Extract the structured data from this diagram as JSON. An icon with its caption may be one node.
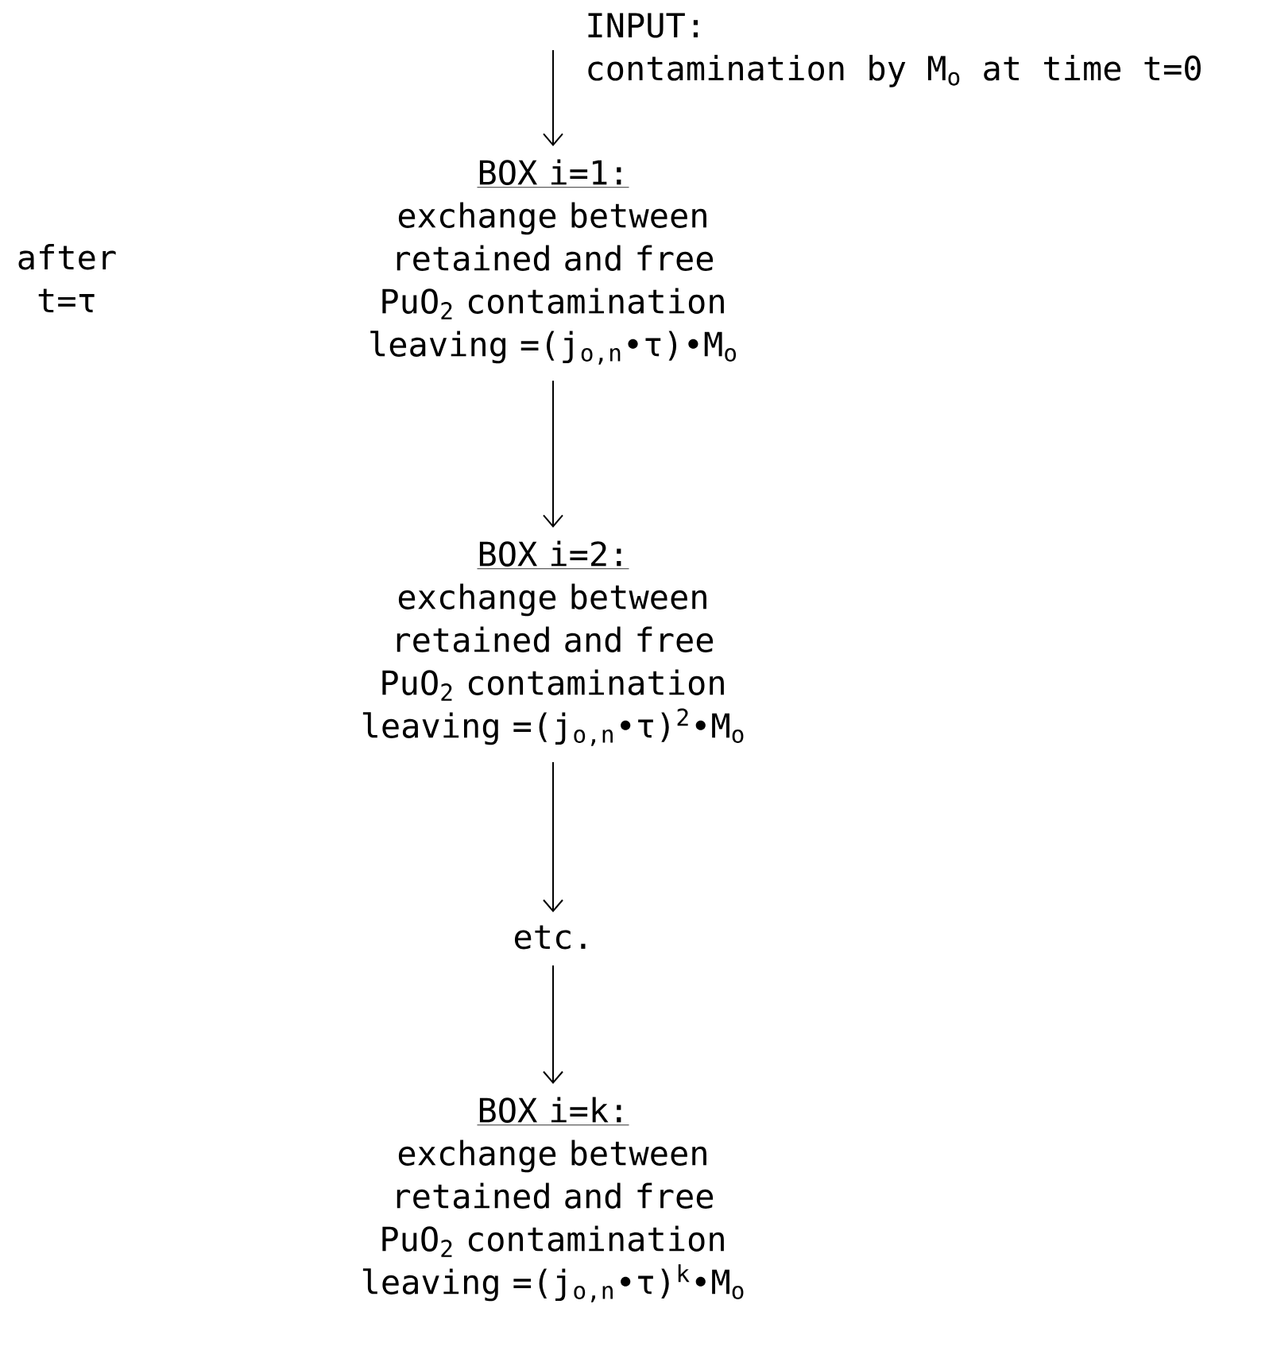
{
  "diagram": {
    "nodes": [
      {
        "text": [
          "INPUT:",
          "contamination by M$_{o}$ at time t=0"
        ]
      },
      {
        "text": [
          "BOX i=1:",
          "exchange between retained and free PuO$_{2}$ contamination leaving =(j$_{o,n}$•τ)•M$_{o}$"
        ]
      },
      {
        "text": [
          "BOX i=2:",
          "exchange between retained and free PuO$_{2}$ contamination leaving =(j$_{o,n}$•τ)$^{2}$•M$_{o}$"
        ]
      },
      {
        "text": [
          "etc."
        ]
      },
      {
        "text": [
          "BOX i=k:",
          "exchange between retained and free PuO$_{2}$ contamination leaving =(j$_{o,n}$•τ)$^{k}$•M$_{o}$"
        ]
      }
    ],
    "edges": [
      {
        "from": 0,
        "to": 1,
        "arrow": "to"
      },
      {
        "from": 1,
        "to": 2,
        "arrow": "to"
      },
      {
        "from": 2,
        "to": 3,
        "arrow": "to"
      },
      {
        "from": 3,
        "to": 4,
        "arrow": "to"
      }
    ],
    "labels": [
      "after t=τ"
    ]
  }
}
